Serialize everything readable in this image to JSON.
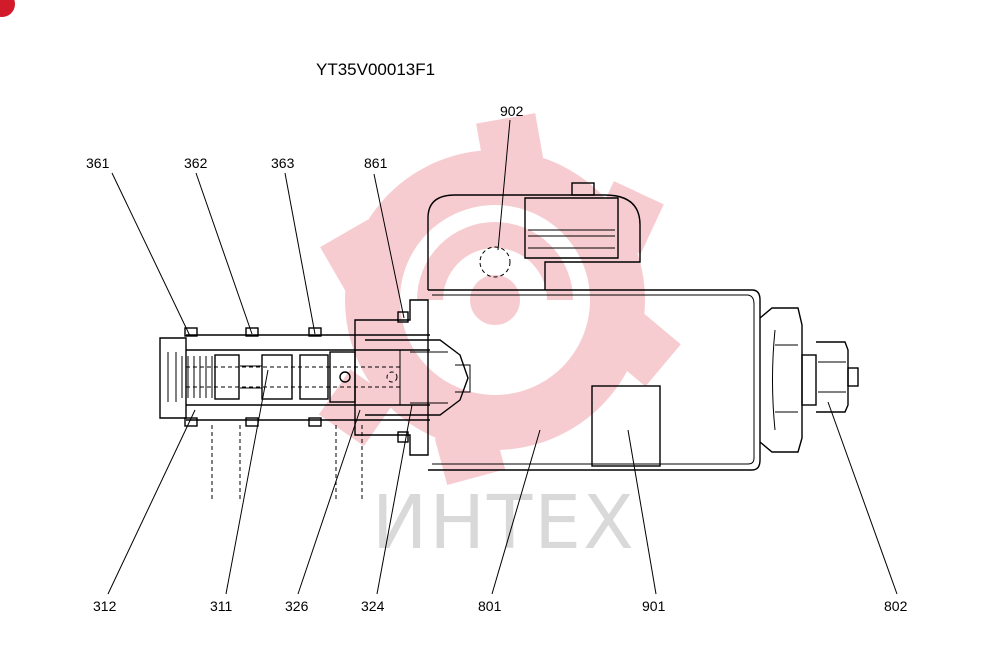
{
  "title": "YT35V00013F1",
  "watermark": {
    "text": "ИНТЕХ",
    "color": "#f2b8bd"
  },
  "callouts": {
    "c361": "361",
    "c362": "362",
    "c363": "363",
    "c861": "861",
    "c902": "902",
    "c312": "312",
    "c311": "311",
    "c326": "326",
    "c324": "324",
    "c801": "801",
    "c901": "901",
    "c802": "802"
  }
}
